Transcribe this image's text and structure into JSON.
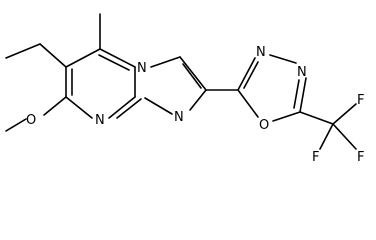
{
  "atoms": {
    "N_bridge": "N",
    "N_imidazole": "N",
    "N_pyrimidine": "N",
    "N_oxadiazole_top": "N",
    "N_oxadiazole_right": "N",
    "O_oxadiazole": "O",
    "O_methoxy": "O",
    "F_top": "F",
    "F_left": "F",
    "F_right": "F"
  }
}
